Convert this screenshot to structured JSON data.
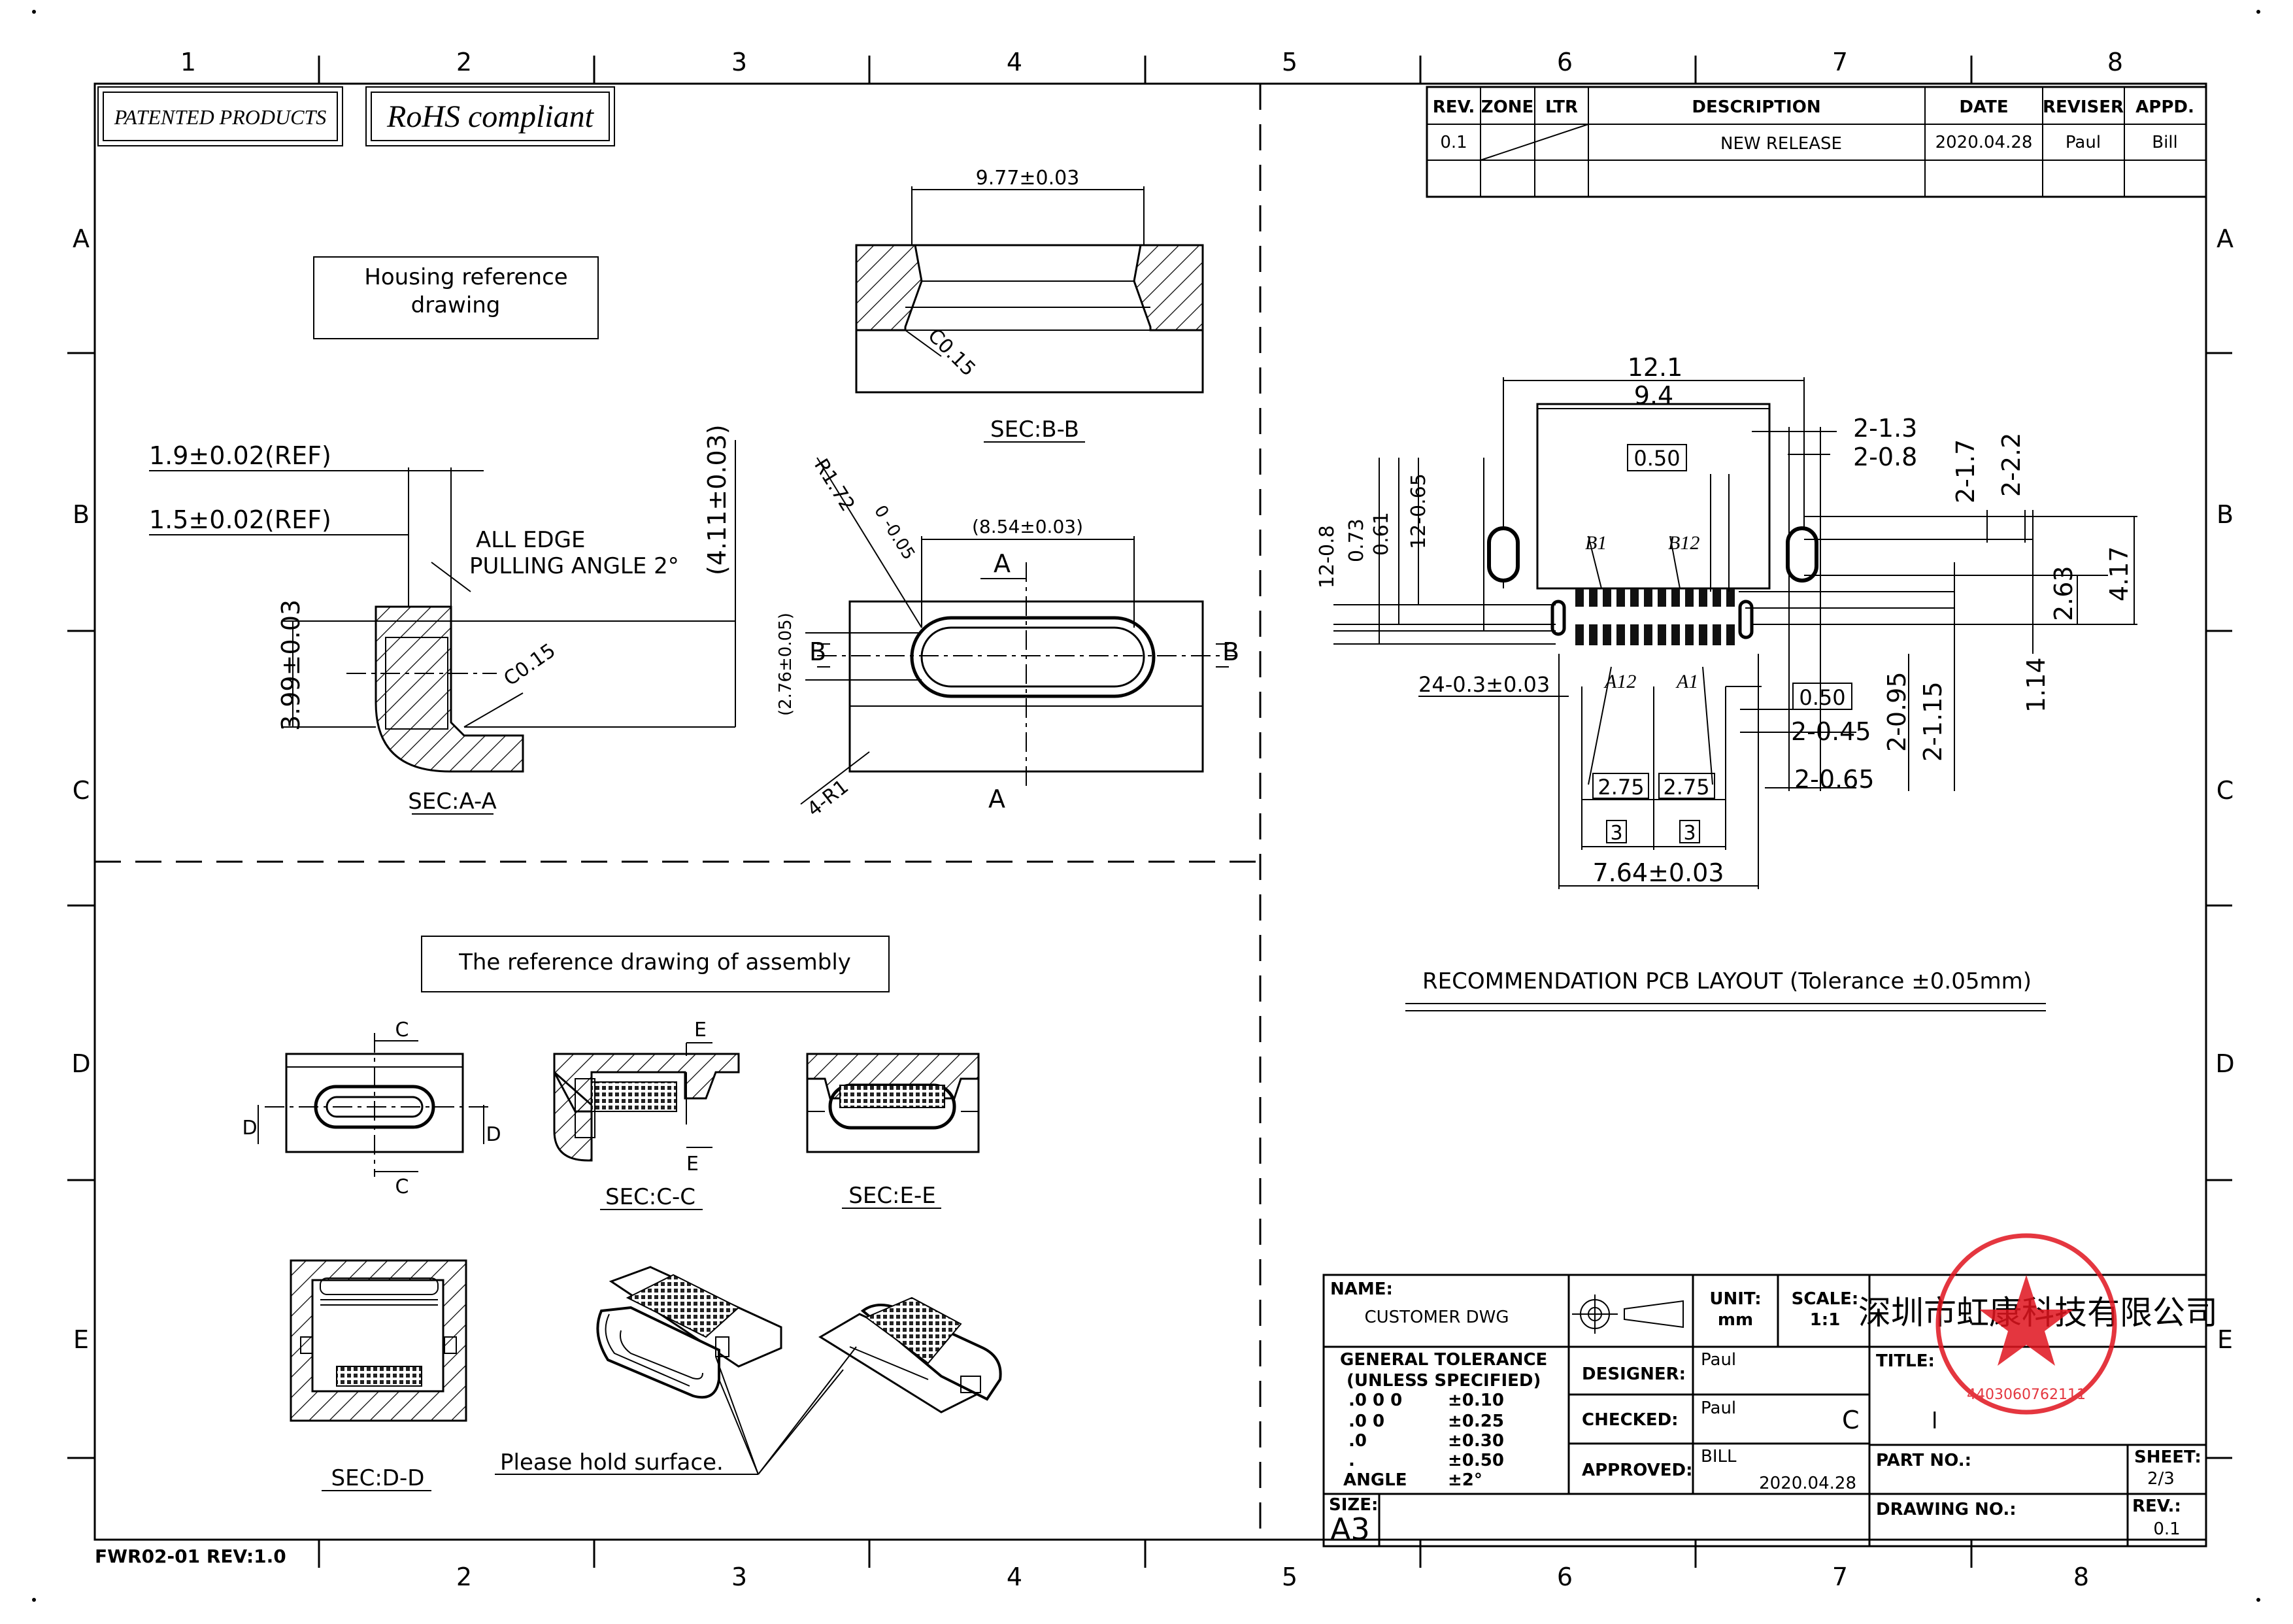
{
  "frame": {
    "col_numbers_top": [
      "1",
      "2",
      "3",
      "4",
      "5",
      "6",
      "7",
      "8"
    ],
    "col_numbers_bottom": [
      "2",
      "3",
      "4",
      "5",
      "6",
      "7",
      "8"
    ],
    "row_letters": [
      "A",
      "B",
      "C",
      "D",
      "E"
    ],
    "form_code": "FWR02-01  REV:1.0"
  },
  "badges": {
    "patented": "PATENTED PRODUCTS",
    "rohs": "RoHS compliant"
  },
  "housing": {
    "title_line1": "Housing  reference",
    "title_line2": "drawing",
    "sec_aa": "SEC:A-A",
    "sec_bb": "SEC:B-B",
    "dim_19": "1.9±0.02(REF)",
    "dim_15": "1.5±0.02(REF)",
    "note_line1": "ALL  EDGE",
    "note_line2": "PULLING  ANGLE  2°",
    "dim_411": "(4.11±0.03)",
    "dim_399": "3.99±0.03",
    "dim_c015": "C0.15",
    "dim_977": "9.77±0.03",
    "dim_r172": "R1.72",
    "dim_r172_tol": "0\n-0.05",
    "dim_854": "(8.54±0.03)",
    "dim_276": "(2.76±0.05)",
    "dim_4r1": "4-R1",
    "label_a": "A",
    "label_b": "B"
  },
  "assembly": {
    "title": "The  reference  drawing  of  assembly",
    "sec_cc": "SEC:C-C",
    "sec_ee": "SEC:E-E",
    "sec_dd": "SEC:D-D",
    "label_c": "C",
    "label_d": "D",
    "label_e": "E",
    "hold_note": "Please  hold  surface."
  },
  "revision_table": {
    "headers": [
      "REV.",
      "ZONE",
      "LTR",
      "DESCRIPTION",
      "DATE",
      "REVISER",
      "APPD."
    ],
    "rows": [
      [
        "0.1",
        "",
        "",
        "NEW  RELEASE",
        "2020.04.28",
        "Paul",
        "Bill"
      ]
    ]
  },
  "pcb": {
    "caption": "RECOMMENDATION  PCB  LAYOUT  (Tolerance  ±0.05mm)",
    "dim_121": "12.1",
    "dim_94": "9.4",
    "dim_050a": "0.50",
    "dim_050b": "0.50",
    "dim_2_13": "2-1.3",
    "dim_2_08": "2-0.8",
    "dim_2_17": "2-1.7",
    "dim_2_22": "2-2.2",
    "dim_12_08": "12-0.8",
    "dim_073": "0.73",
    "dim_061": "0.61",
    "dim_12_065": "12-0.65",
    "dim_417": "4.17",
    "dim_263": "2.63",
    "dim_114": "1.14",
    "dim_2_095": "2-0.95",
    "dim_2_115": "2-1.15",
    "dim_24_03": "24-0.3±0.03",
    "dim_2_045": "2-0.45",
    "dim_2_065": "2-0.65",
    "dim_275a": "2.75",
    "dim_275b": "2.75",
    "dim_3a": "3",
    "dim_3b": "3",
    "dim_764": "7.64±0.03",
    "pin_b1": "B1",
    "pin_b12": "B12",
    "pin_a12": "A12",
    "pin_a1": "A1"
  },
  "title_block": {
    "name_label": "NAME:",
    "name_value": "CUSTOMER  DWG",
    "unit_label": "UNIT:",
    "unit_value": "mm",
    "scale_label": "SCALE:",
    "scale_value": "1:1",
    "company": "深圳市虹康科技有限公司",
    "tol_title": "GENERAL  TOLERANCE",
    "tol_sub": "(UNLESS  SPECIFIED)",
    "tol_rows": [
      [
        ".0  0  0",
        "±0.10"
      ],
      [
        ".0  0",
        "±0.25"
      ],
      [
        ".0",
        "±0.30"
      ],
      [
        ".",
        "±0.50"
      ],
      [
        "ANGLE",
        "±2°"
      ]
    ],
    "designer_label": "DESIGNER:",
    "designer": "Paul",
    "checked_label": "CHECKED:",
    "checked": "Paul",
    "checked_mark": "C",
    "approved_label": "APPROVED:",
    "approved": "BILL",
    "approved_date": "2020.04.28",
    "title_label": "TITLE:",
    "title_value": "l",
    "partno_label": "PART  NO.:",
    "drawno_label": "DRAWING  NO.:",
    "sheet_label": "SHEET:",
    "sheet_value": "2/3",
    "rev_label": "REV.:",
    "rev_value": "0.1",
    "size_label": "SIZE:",
    "size_value": "A3",
    "stamp_text": "4403060762111"
  },
  "colors": {
    "stamp": "#e0141e",
    "ink": "#000000"
  }
}
